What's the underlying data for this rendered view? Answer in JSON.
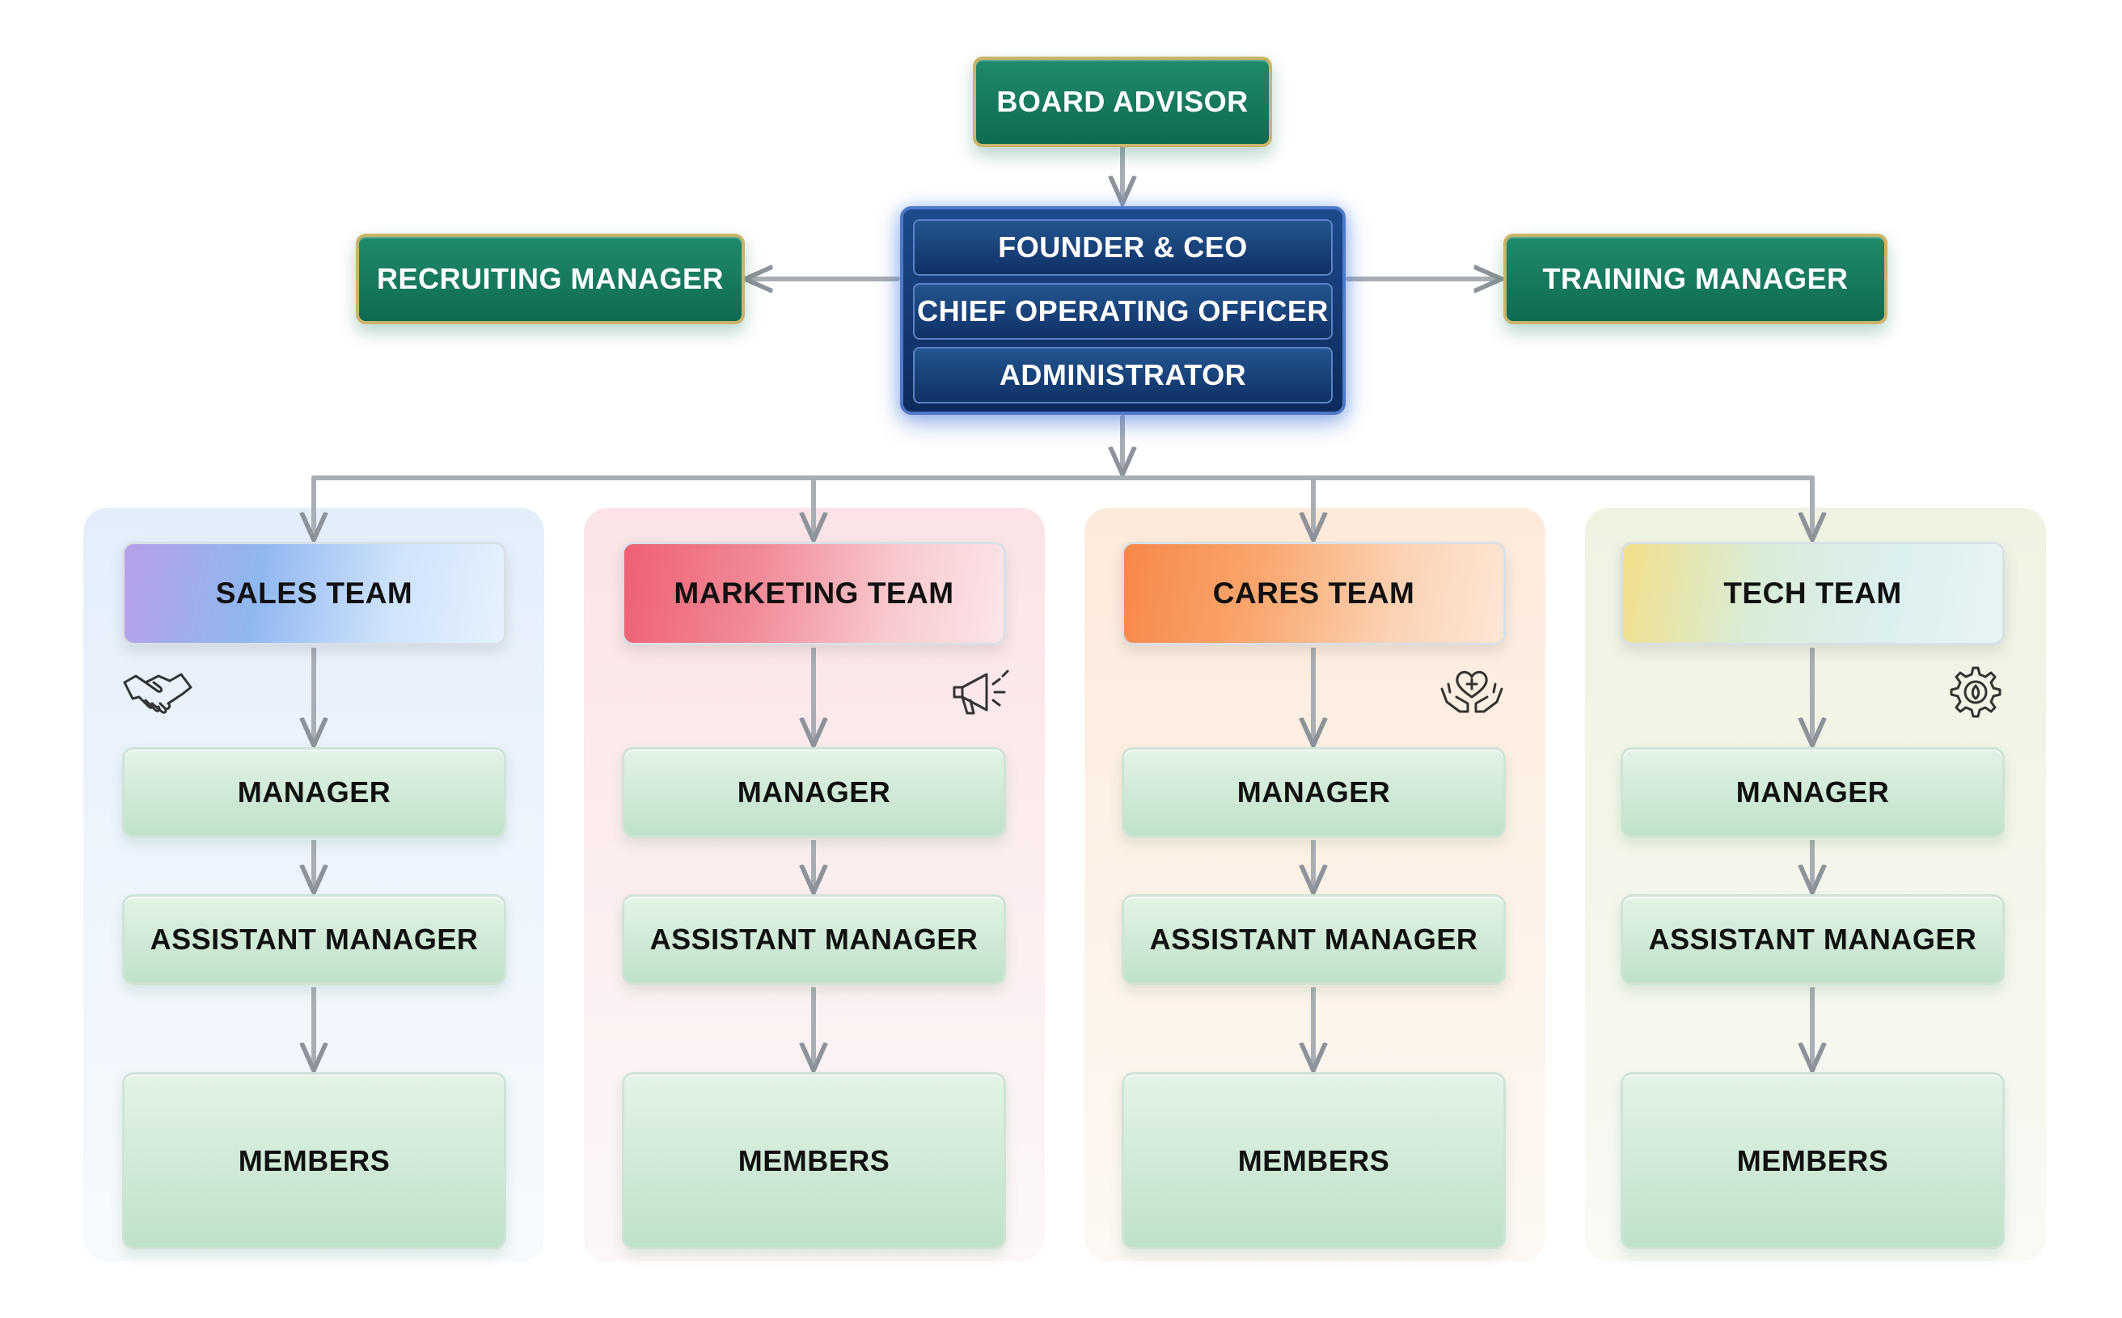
{
  "board_advisor": "BOARD ADVISOR",
  "recruiting_manager": "RECRUITING MANAGER",
  "training_manager": "TRAINING MANAGER",
  "executive": {
    "founder": "FOUNDER & CEO",
    "coo": "CHIEF OPERATING OFFICER",
    "administrator": "ADMINISTRATOR"
  },
  "teams": [
    {
      "name": "SALES TEAM",
      "icon": "handshake-icon",
      "manager": "MANAGER",
      "assistant": "ASSISTANT MANAGER",
      "members": "MEMBERS"
    },
    {
      "name": "MARKETING TEAM",
      "icon": "megaphone-icon",
      "manager": "MANAGER",
      "assistant": "ASSISTANT MANAGER",
      "members": "MEMBERS"
    },
    {
      "name": "CARES TEAM",
      "icon": "heart-hands-icon",
      "manager": "MANAGER",
      "assistant": "ASSISTANT MANAGER",
      "members": "MEMBERS"
    },
    {
      "name": "TECH TEAM",
      "icon": "gear-icon",
      "manager": "MANAGER",
      "assistant": "ASSISTANT MANAGER",
      "members": "MEMBERS"
    }
  ],
  "colors": {
    "leadership_green": "#0f6a52",
    "executive_blue": "#0d2a5c",
    "role_green": "#cfe9d6",
    "sales": "#8fb7f0",
    "marketing": "#ee5f72",
    "cares": "#f7874a",
    "tech": "#f2df8a"
  }
}
